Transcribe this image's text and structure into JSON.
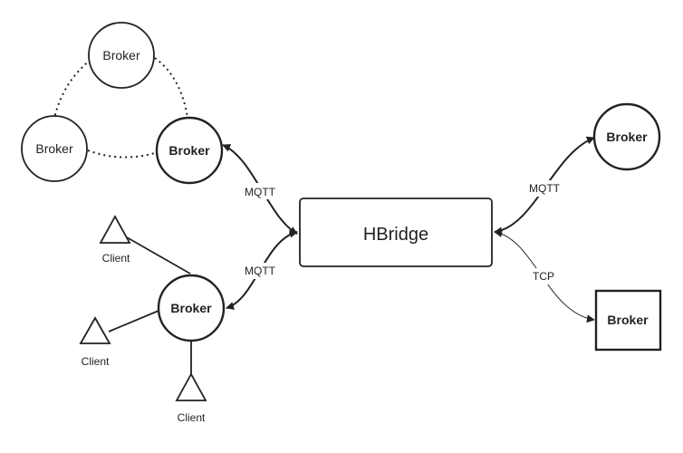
{
  "nodes": {
    "cluster_top": "Broker",
    "cluster_left": "Broker",
    "cluster_main": "Broker",
    "local_broker": "Broker",
    "hbridge": "HBridge",
    "remote_broker": "Broker",
    "tcp_broker": "Broker"
  },
  "clients": {
    "top": "Client",
    "left": "Client",
    "bottom": "Client"
  },
  "edges": {
    "cluster_mqtt": "MQTT",
    "local_mqtt": "MQTT",
    "remote_mqtt": "MQTT",
    "tcp": "TCP"
  }
}
